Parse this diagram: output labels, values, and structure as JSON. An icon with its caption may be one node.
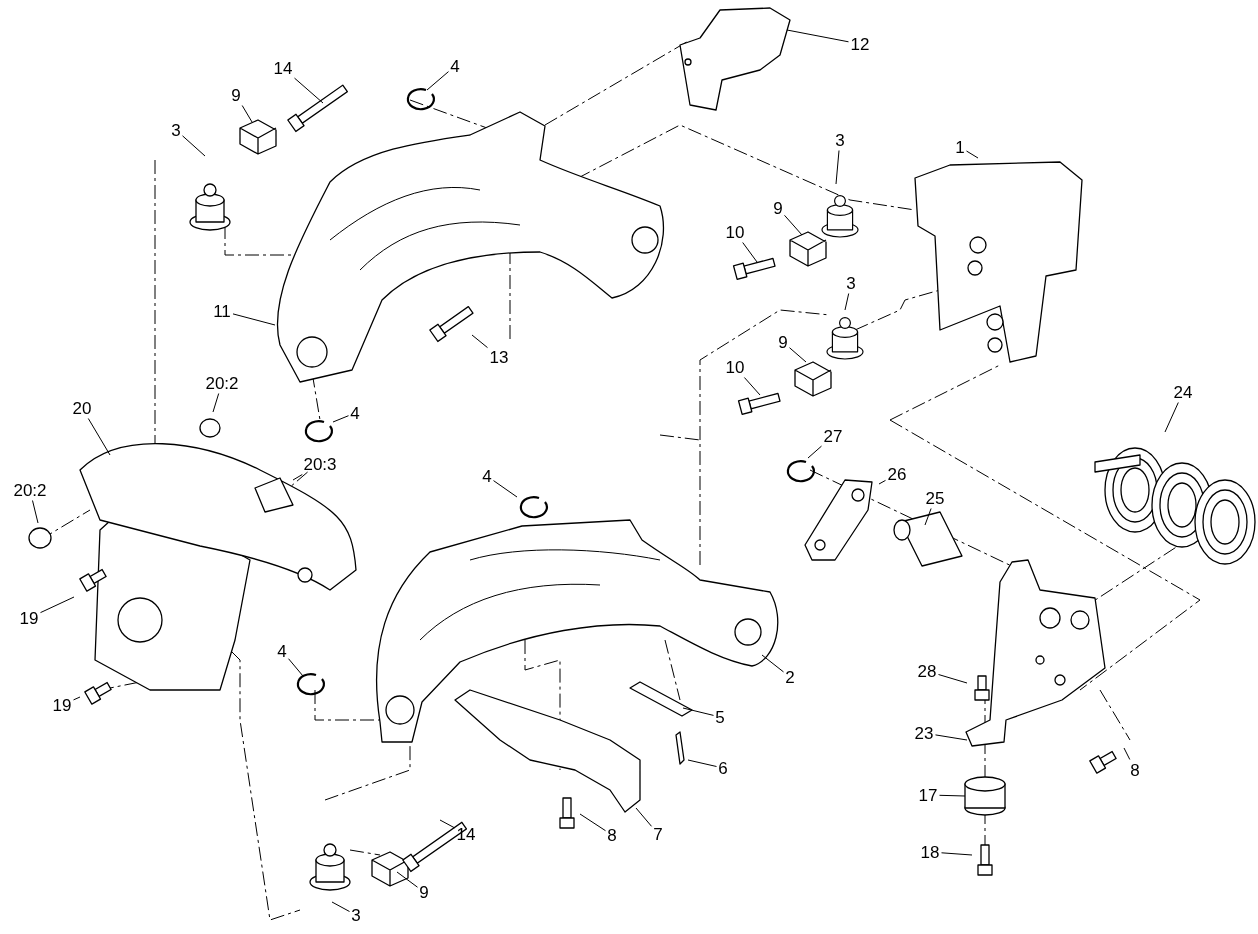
{
  "diagram": {
    "nodes": [
      {
        "text": [
          "12"
        ]
      },
      {
        "text": [
          "4"
        ]
      },
      {
        "text": [
          "14"
        ]
      },
      {
        "text": [
          "9"
        ]
      },
      {
        "text": [
          "3"
        ]
      },
      {
        "text": [
          "3"
        ]
      },
      {
        "text": [
          "1"
        ]
      },
      {
        "text": [
          "9"
        ]
      },
      {
        "text": [
          "10"
        ]
      },
      {
        "text": [
          "3"
        ]
      },
      {
        "text": [
          "11"
        ]
      },
      {
        "text": [
          "9"
        ]
      },
      {
        "text": [
          "13"
        ]
      },
      {
        "text": [
          "10"
        ]
      },
      {
        "text": [
          "20:2"
        ]
      },
      {
        "text": [
          "24"
        ]
      },
      {
        "text": [
          "20"
        ]
      },
      {
        "text": [
          "4"
        ]
      },
      {
        "text": [
          "27"
        ]
      },
      {
        "text": [
          "20:3"
        ]
      },
      {
        "text": [
          "26"
        ]
      },
      {
        "text": [
          "4"
        ]
      },
      {
        "text": [
          "20:2"
        ]
      },
      {
        "text": [
          "25"
        ]
      },
      {
        "text": [
          "19"
        ]
      },
      {
        "text": [
          "4"
        ]
      },
      {
        "text": [
          "28"
        ]
      },
      {
        "text": [
          "2"
        ]
      },
      {
        "text": [
          "19"
        ]
      },
      {
        "text": [
          "5"
        ]
      },
      {
        "text": [
          "23"
        ]
      },
      {
        "text": [
          "6"
        ]
      },
      {
        "text": [
          "8"
        ]
      },
      {
        "text": [
          "17"
        ]
      },
      {
        "text": [
          "7"
        ]
      },
      {
        "text": [
          "8"
        ]
      },
      {
        "text": [
          "14"
        ]
      },
      {
        "text": [
          "18"
        ]
      },
      {
        "text": [
          "9"
        ]
      },
      {
        "text": [
          "3"
        ]
      }
    ],
    "edges": [
      {
        "from": 0,
        "to": null,
        "arrow": "none"
      },
      {
        "from": 1,
        "to": null,
        "arrow": "none"
      },
      {
        "from": 2,
        "to": null,
        "arrow": "none"
      },
      {
        "from": 3,
        "to": null,
        "arrow": "none"
      },
      {
        "from": 4,
        "to": null,
        "arrow": "none"
      },
      {
        "from": 5,
        "to": null,
        "arrow": "none"
      },
      {
        "from": 6,
        "to": null,
        "arrow": "none"
      },
      {
        "from": 7,
        "to": null,
        "arrow": "none"
      },
      {
        "from": 8,
        "to": null,
        "arrow": "none"
      },
      {
        "from": 9,
        "to": null,
        "arrow": "none"
      },
      {
        "from": 10,
        "to": null,
        "arrow": "none"
      },
      {
        "from": 11,
        "to": null,
        "arrow": "none"
      },
      {
        "from": 12,
        "to": null,
        "arrow": "none"
      },
      {
        "from": 13,
        "to": null,
        "arrow": "none"
      },
      {
        "from": 14,
        "to": null,
        "arrow": "none"
      },
      {
        "from": 15,
        "to": null,
        "arrow": "none"
      },
      {
        "from": 16,
        "to": null,
        "arrow": "none"
      },
      {
        "from": 17,
        "to": null,
        "arrow": "none"
      },
      {
        "from": 18,
        "to": null,
        "arrow": "none"
      },
      {
        "from": 19,
        "to": null,
        "arrow": "none"
      },
      {
        "from": 20,
        "to": null,
        "arrow": "none"
      },
      {
        "from": 21,
        "to": null,
        "arrow": "none"
      },
      {
        "from": 22,
        "to": null,
        "arrow": "none"
      },
      {
        "from": 23,
        "to": null,
        "arrow": "none"
      },
      {
        "from": 24,
        "to": null,
        "arrow": "none"
      },
      {
        "from": 25,
        "to": null,
        "arrow": "none"
      },
      {
        "from": 26,
        "to": null,
        "arrow": "none"
      },
      {
        "from": 27,
        "to": null,
        "arrow": "none"
      },
      {
        "from": 28,
        "to": null,
        "arrow": "none"
      },
      {
        "from": 29,
        "to": null,
        "arrow": "none"
      },
      {
        "from": 30,
        "to": null,
        "arrow": "none"
      },
      {
        "from": 31,
        "to": null,
        "arrow": "none"
      },
      {
        "from": 32,
        "to": null,
        "arrow": "none"
      },
      {
        "from": 33,
        "to": null,
        "arrow": "none"
      },
      {
        "from": 34,
        "to": null,
        "arrow": "none"
      },
      {
        "from": 35,
        "to": null,
        "arrow": "none"
      },
      {
        "from": 36,
        "to": null,
        "arrow": "none"
      },
      {
        "from": 37,
        "to": null,
        "arrow": "none"
      },
      {
        "from": 38,
        "to": null,
        "arrow": "none"
      },
      {
        "from": 39,
        "to": null,
        "arrow": "none"
      }
    ]
  }
}
